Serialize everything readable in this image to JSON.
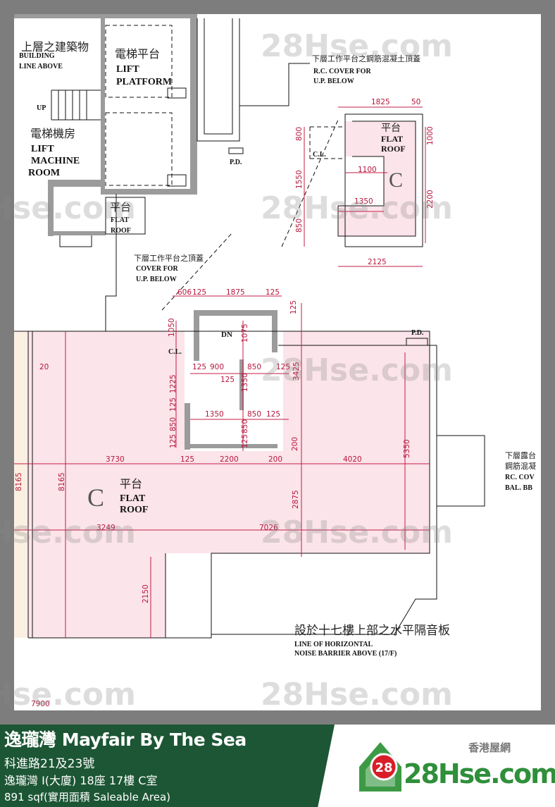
{
  "plan": {
    "rooms": {
      "building_line_cn": "上層之建築物",
      "building_line_en1": "BUILDING",
      "building_line_en2": "LINE ABOVE",
      "lift_platform_cn": "電梯平台",
      "lift_platform_en1": "LIFT",
      "lift_platform_en2": "PLATFORM",
      "up": "UP",
      "lift_machine_cn": "電梯機房",
      "lift_machine_en1": "LIFT",
      "lift_machine_en2": "MACHINE",
      "lift_machine_en3": "ROOM",
      "flat_roof_small_cn": "平台",
      "flat_roof_small_en1": "FLAT",
      "flat_roof_small_en2": "ROOF",
      "cover_cn": "下層工作平台之頂蓋",
      "cover_en1": "COVER FOR",
      "cover_en2": "U.P. BELOW",
      "rc_cover_cn": "下層工作平台之鋼筋混凝土頂蓋",
      "rc_cover_en1": "R.C. COVER FOR",
      "rc_cover_en2": "U.P. BELOW",
      "pd1": "P.D.",
      "pd2": "P.D.",
      "inset_roof_cn": "平台",
      "inset_roof_en1": "FLAT",
      "inset_roof_en2": "ROOF",
      "inset_unit": "C",
      "inset_cl": "C.L.",
      "dn": "DN",
      "cl": "C.L.",
      "unit": "C",
      "main_roof_cn": "平台",
      "main_roof_en1": "FLAT",
      "main_roof_en2": "ROOF",
      "noise_cn": "設於十七樓上部之水平隔音板",
      "noise_en1": "LINE OF HORIZONTAL",
      "noise_en2": "NOISE BARRIER ABOVE (17/F)",
      "bal_cn1": "下層露台",
      "bal_cn2": "鋼筋混凝",
      "bal_en1": "RC. COV",
      "bal_en2": "BAL. BB"
    },
    "dimensions": [
      "1825",
      "50",
      "800",
      "1550",
      "850",
      "1000",
      "2200",
      "1100",
      "1350",
      "2125",
      "606",
      "125",
      "1875",
      "125",
      "125",
      "1050",
      "1075",
      "125",
      "900",
      "850",
      "125",
      "125",
      "1350",
      "3425",
      "1225",
      "125",
      "850",
      "125",
      "1350",
      "850",
      "125",
      "850",
      "125",
      "200",
      "3730",
      "125",
      "2200",
      "200",
      "4020",
      "5350",
      "8165",
      "8165",
      "2875",
      "3249",
      "7026",
      "2150",
      "7900",
      "20"
    ],
    "watermark": "28Hse.com"
  },
  "footer": {
    "title": "逸瓏灣 Mayfair By The Sea",
    "address": "科進路21及23號",
    "unit": "逸瓏灣 I(大廈) 18座 17樓 C室",
    "area": "891 sqf(實用面積 Saleable Area)",
    "logo_cn": "香港屋網",
    "logo_text": "28Hse.com",
    "logo_badge": "28",
    "brand_green": "#1c5634",
    "logo_green": "#2f8f3a",
    "logo_red": "#d81e28"
  }
}
